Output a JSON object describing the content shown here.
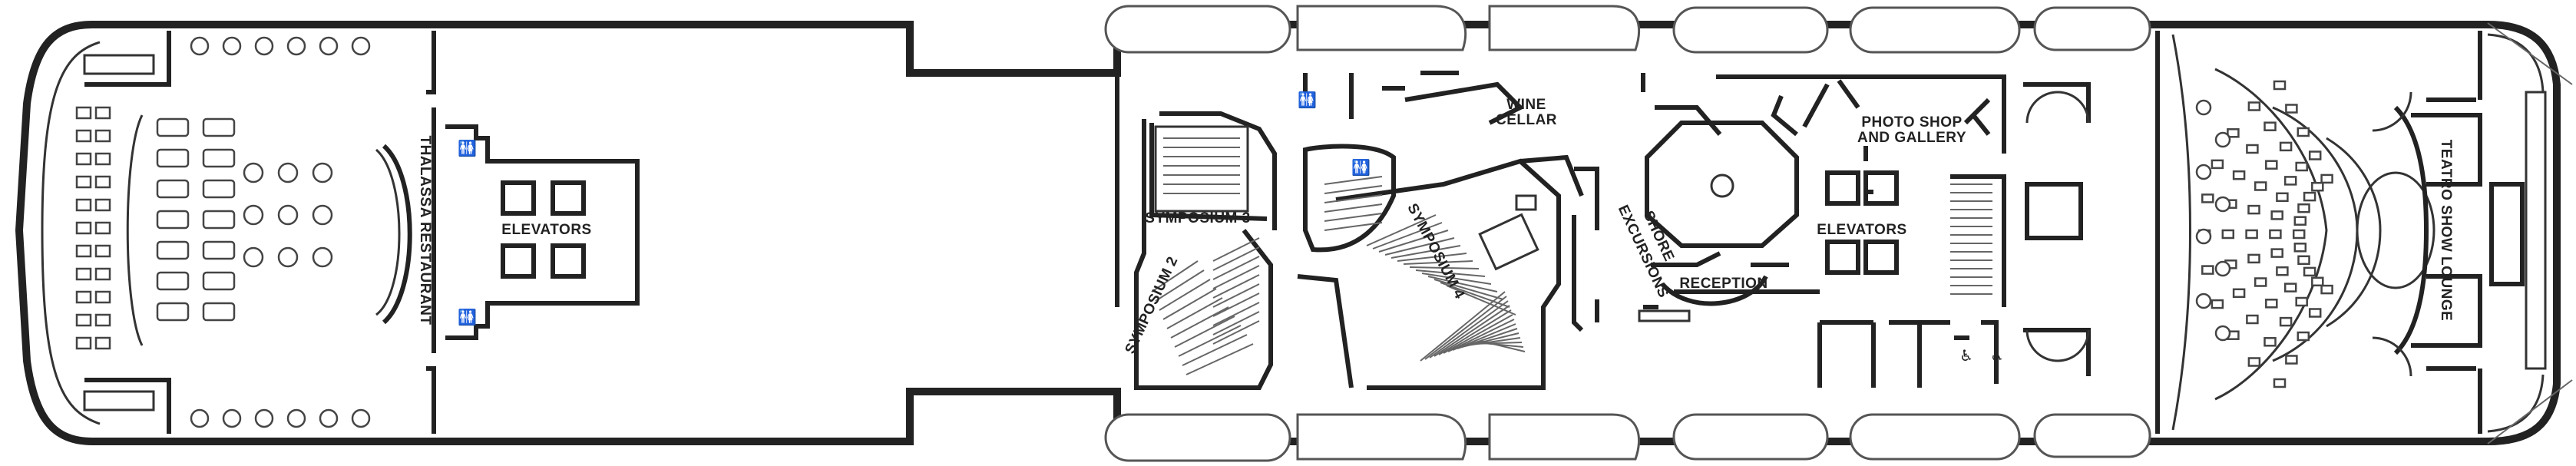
{
  "labels": {
    "restaurant": "THALASSA RESTAURANT",
    "elevators_fwd": "ELEVATORS",
    "elevators_mid": "ELEVATORS",
    "symposium2": "SYMPOSIUM 2",
    "symposium3": "SYMPOSIUM 3",
    "symposium4": "SYMPOSIUM 4",
    "wine_cellar_line1": "WINE",
    "wine_cellar_line2": "CELLAR",
    "shore_line1": "SHORE",
    "shore_line2": "EXCURSIONS",
    "reception": "RECEPTION",
    "photo_line1": "PHOTO SHOP",
    "photo_line2": "AND GALLERY",
    "theatre": "TEATRO SHOW LOUNGE"
  },
  "icons": {
    "restroom": "restroom-icon",
    "accessible": "wheelchair-icon"
  }
}
